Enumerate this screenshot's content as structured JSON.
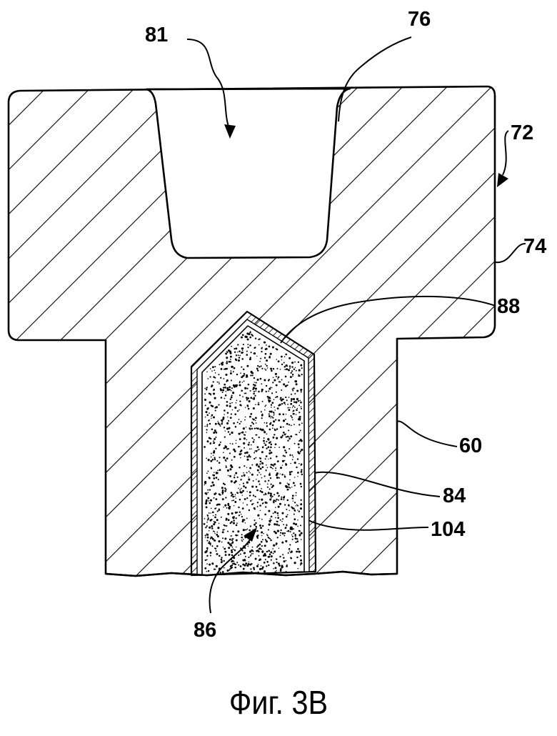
{
  "figure": {
    "caption": "Фиг. 3В",
    "reference_numerals": {
      "cavity": "81",
      "cavity_wall": "76",
      "body": "72",
      "head": "74",
      "layer_88": "88",
      "shank": "60",
      "layer_84": "84",
      "layer_104": "104",
      "core": "86"
    }
  }
}
